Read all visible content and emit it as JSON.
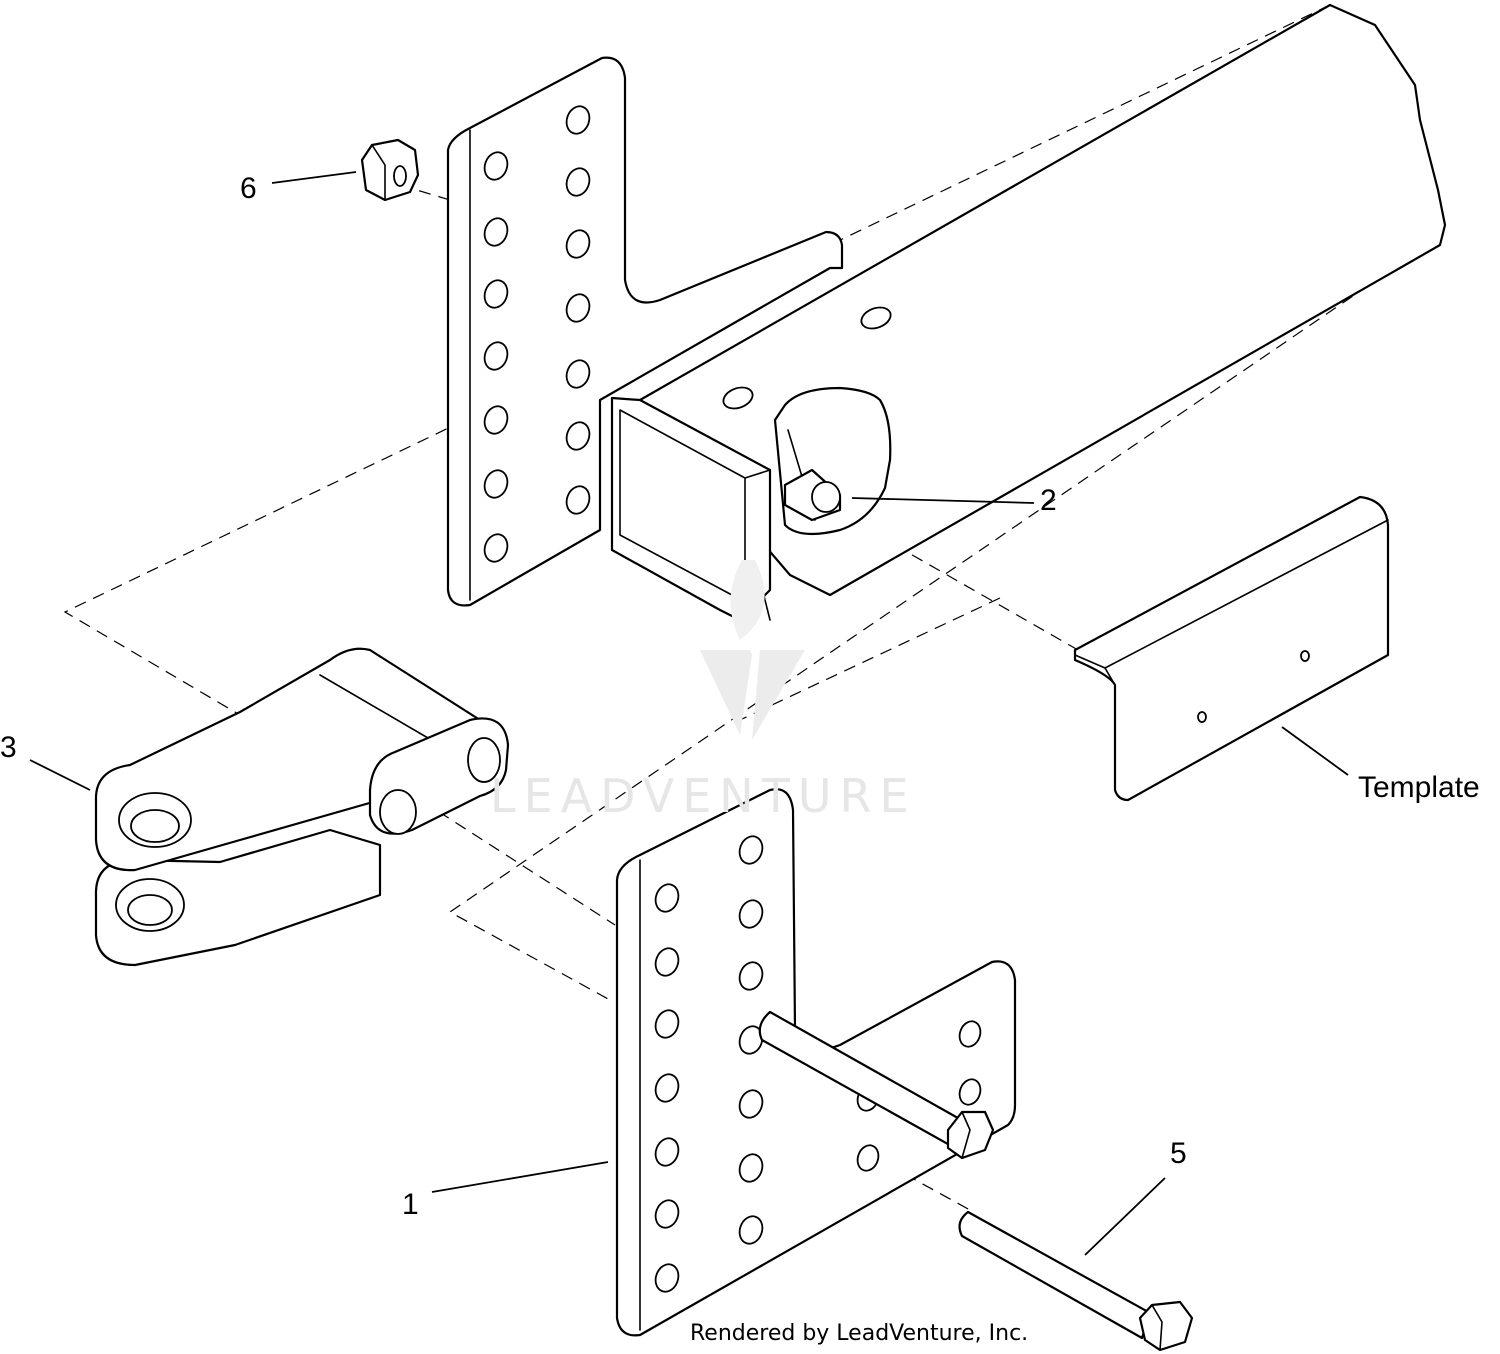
{
  "callouts": {
    "c1": "1",
    "c2": "2",
    "c3": "3",
    "c5": "5",
    "c6": "6",
    "template": "Template"
  },
  "watermark": "LEADVENTURE",
  "footer": {
    "credit": "Rendered by LeadVenture, Inc."
  },
  "colors": {
    "line": "#000000",
    "background": "#ffffff",
    "watermark": "#e6e6e6"
  }
}
